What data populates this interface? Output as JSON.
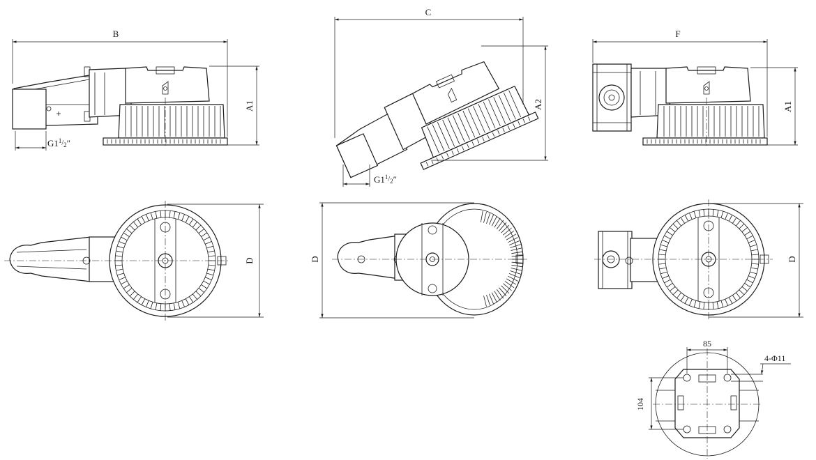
{
  "dimensions": {
    "B": "B",
    "C": "C",
    "F": "F",
    "A1": "A1",
    "A2": "A2",
    "D": "D"
  },
  "thread": {
    "main": "G1",
    "sup": "1",
    "sub": "2",
    "prime": "″"
  },
  "mounting_plate": {
    "width": "85",
    "height": "104",
    "holes": "4-Φ11"
  }
}
